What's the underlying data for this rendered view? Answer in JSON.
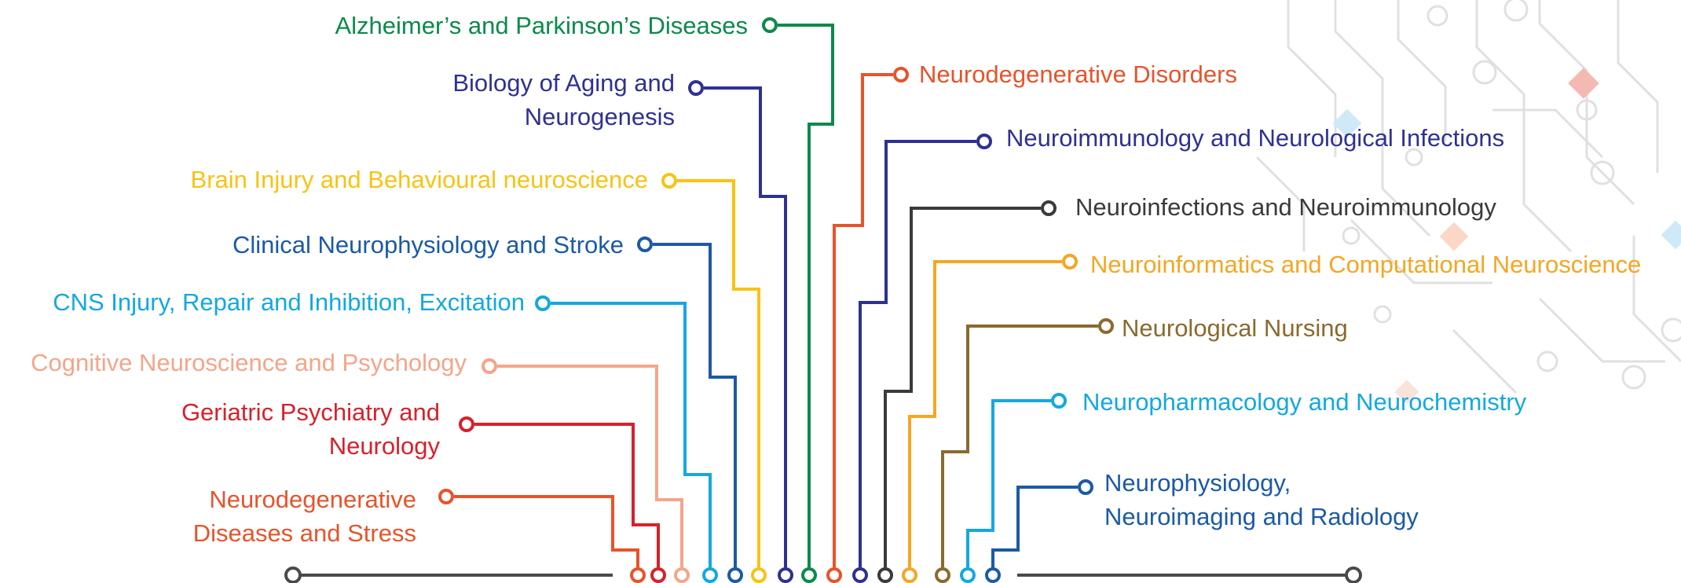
{
  "topics": [
    {
      "id": "alz",
      "text": "Alzheimer’s and Parkinson’s Diseases",
      "color": "#0b8a4a"
    },
    {
      "id": "bio1",
      "text": "Biology of Aging and",
      "color": "#2e3192"
    },
    {
      "id": "bio2",
      "text": "Neurogenesis",
      "color": "#2e3192"
    },
    {
      "id": "brain",
      "text": "Brain Injury and Behavioural neuroscience",
      "color": "#f7c314"
    },
    {
      "id": "clin",
      "text": "Clinical Neurophysiology and Stroke",
      "color": "#1b5aa6"
    },
    {
      "id": "cns",
      "text": "CNS Injury, Repair and Inhibition, Excitation",
      "color": "#14a8e0"
    },
    {
      "id": "cog",
      "text": "Cognitive Neuroscience and Psychology",
      "color": "#f4a58a"
    },
    {
      "id": "ger1",
      "text": "Geriatric Psychiatry and",
      "color": "#d7212b"
    },
    {
      "id": "ger2",
      "text": "Neurology",
      "color": "#d7212b"
    },
    {
      "id": "nds1",
      "text": "Neurodegenerative",
      "color": "#e8532a"
    },
    {
      "id": "nds2",
      "text": "Diseases and Stress",
      "color": "#e8532a"
    },
    {
      "id": "ndd",
      "text": "Neurodegenerative Disorders",
      "color": "#e8532a"
    },
    {
      "id": "nii",
      "text": "Neuroimmunology and Neurological Infections",
      "color": "#2e3192"
    },
    {
      "id": "ninf",
      "text": "Neuroinfections and Neuroimmunology",
      "color": "#3a3a3a"
    },
    {
      "id": "ninfo",
      "text": "Neuroinformatics and Computational Neuroscience",
      "color": "#f5a623"
    },
    {
      "id": "nn",
      "text": "Neurological Nursing",
      "color": "#8a6a2e"
    },
    {
      "id": "nph",
      "text": "Neuropharmacology and Neurochemistry",
      "color": "#14a8e0"
    },
    {
      "id": "nphy1",
      "text": "Neurophysiology,",
      "color": "#1b5aa6"
    },
    {
      "id": "nphy2",
      "text": "Neuroimaging and Radiology",
      "color": "#1b5aa6"
    }
  ],
  "colors": {
    "baseline": "#4a4a4a",
    "background_pattern": "#d9d9d9"
  }
}
